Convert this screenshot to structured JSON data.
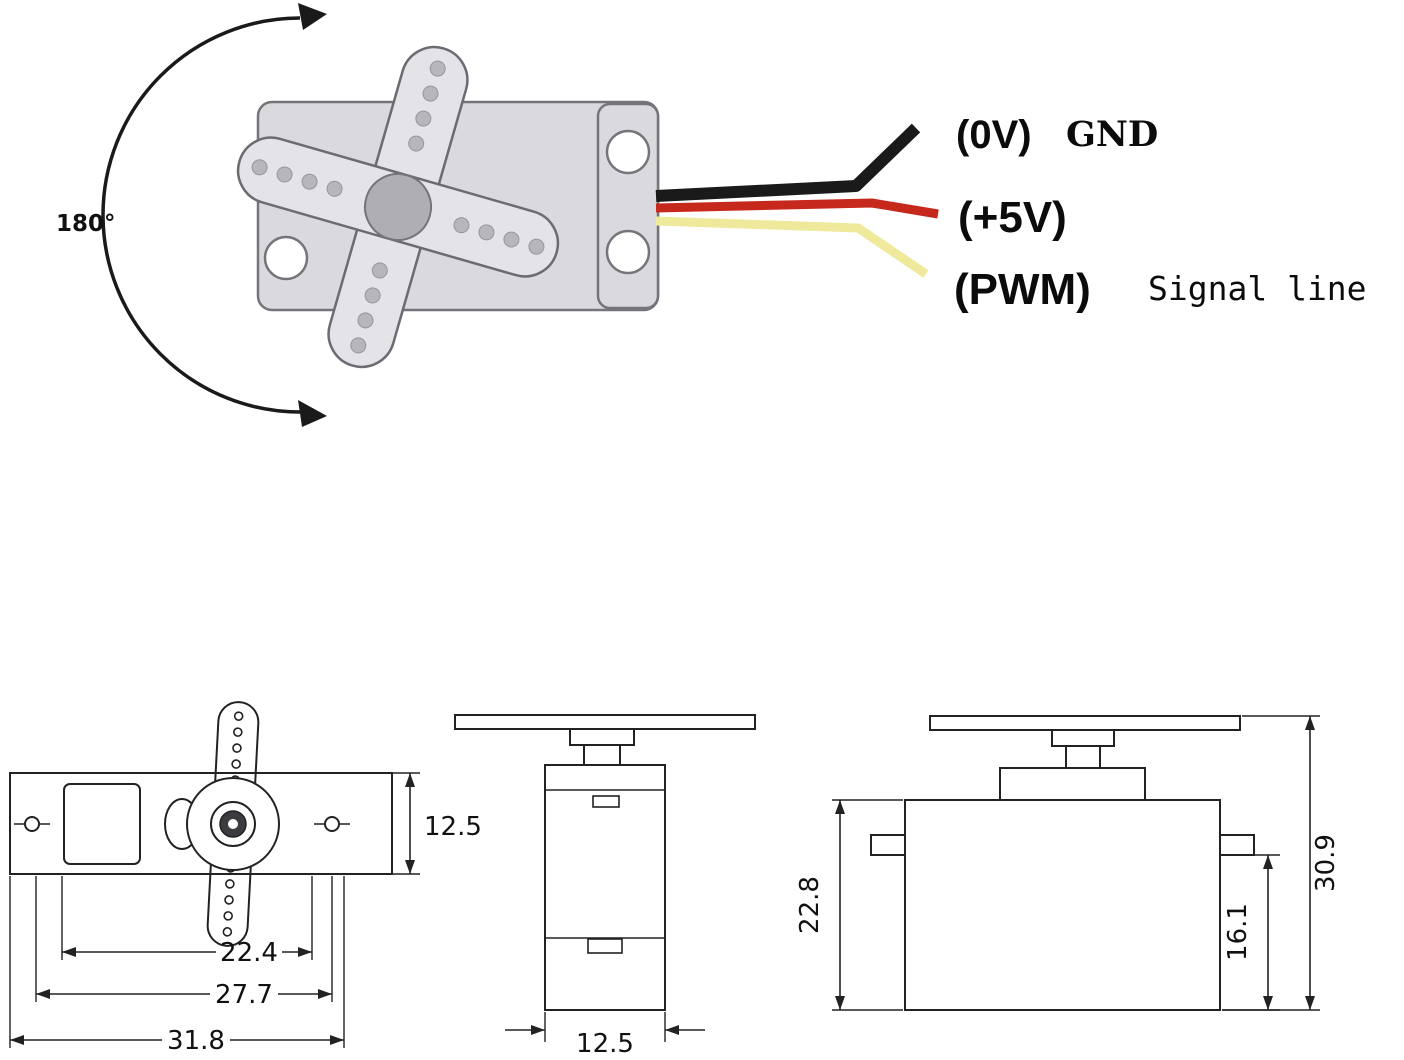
{
  "labels": {
    "rotation_angle": "180°",
    "wire_gnd": "(0V)",
    "wire_gnd_name": "GND",
    "wire_power": "(+5V)",
    "wire_signal": "(PWM)",
    "wire_signal_name": "Signal line"
  },
  "wires": [
    {
      "name": "ground-wire",
      "color": "#1a1a1a"
    },
    {
      "name": "power-wire",
      "color": "#c6281c"
    },
    {
      "name": "signal-wire",
      "color": "#efe99c"
    }
  ],
  "colors": {
    "servo_body": "#d9d9de",
    "servo_horn": "#e4e4e8",
    "line": "#222222"
  },
  "dimensions_mm": {
    "front_view": {
      "height": "12.5",
      "hole_span": "22.4",
      "mount_span": "27.7",
      "full_width": "31.8"
    },
    "side_view": {
      "width": "12.5"
    },
    "rear_view": {
      "body_height": "22.8",
      "lower_height": "16.1",
      "total_height": "30.9"
    }
  }
}
